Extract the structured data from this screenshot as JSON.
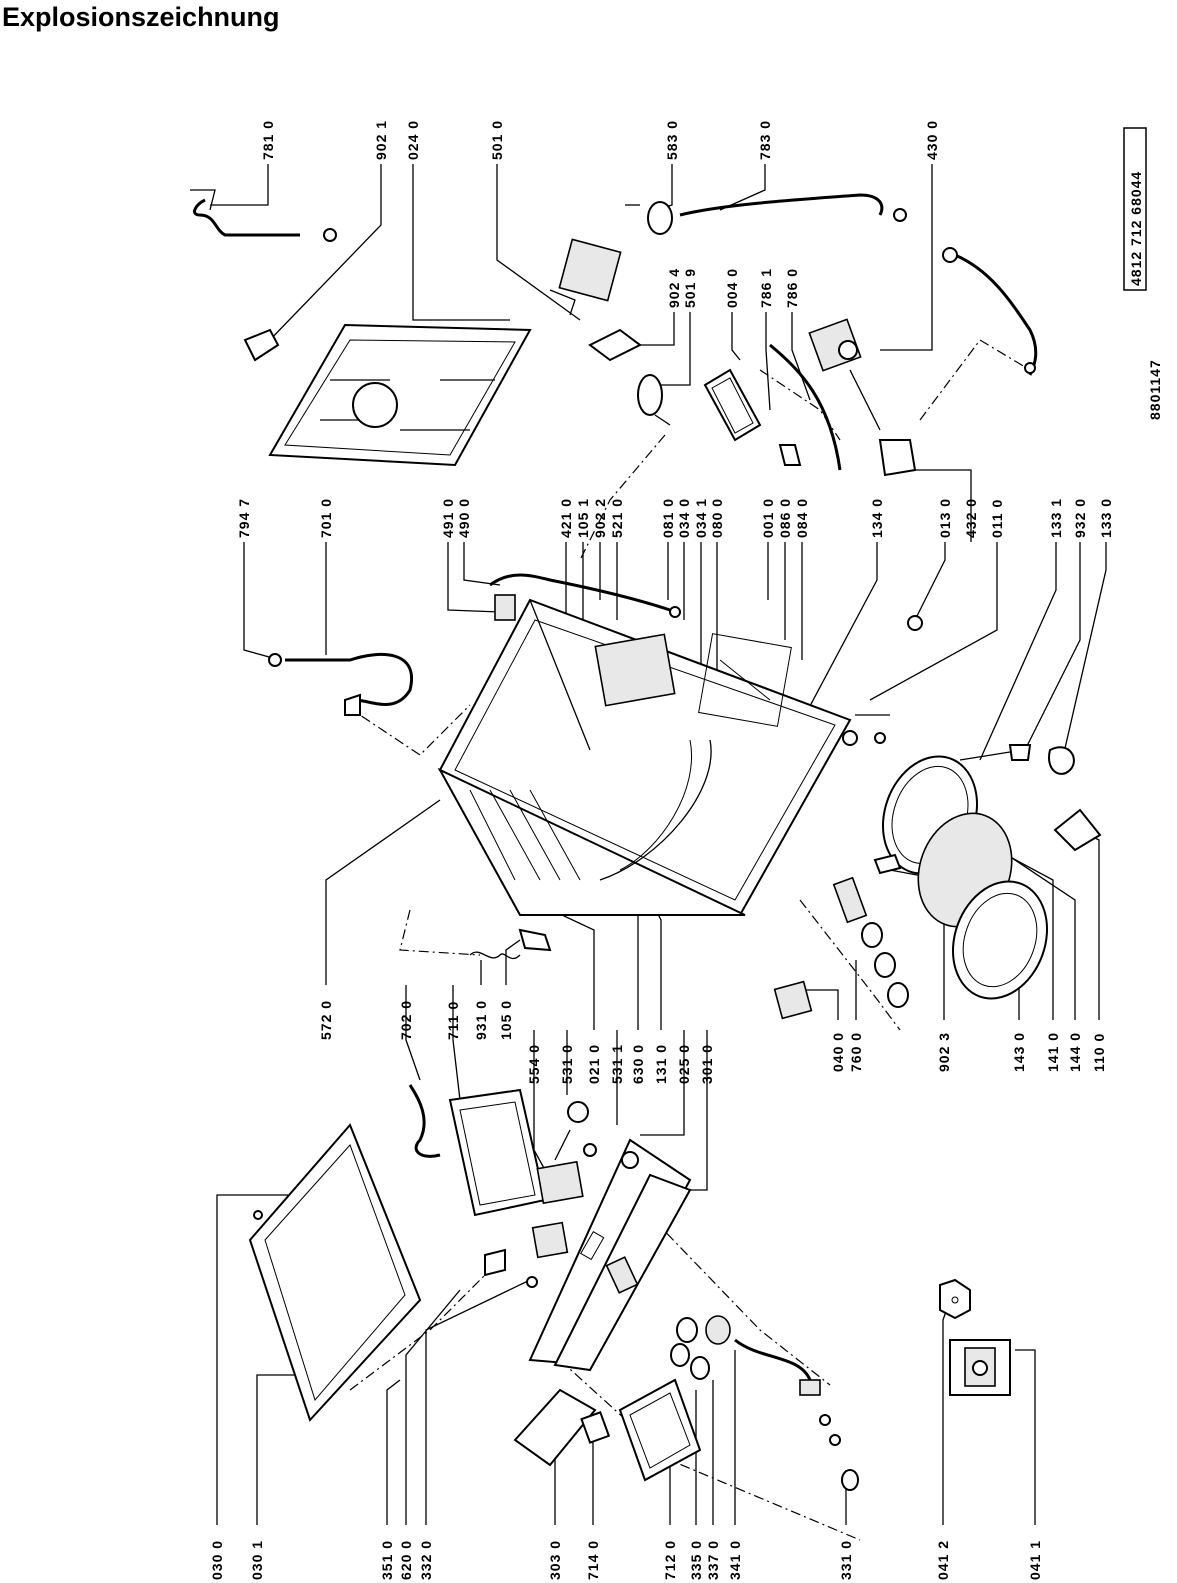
{
  "title": "Explosionszeichnung",
  "drawing_number": "8801147",
  "part_number_box": "4812 712 68044",
  "callouts": {
    "c7810": "781 0",
    "c9021": "902 1",
    "c0240": "024 0",
    "c5010": "501 0",
    "c5830": "583 0",
    "c7830": "783 0",
    "c4300": "430 0",
    "c9024": "902 4",
    "c5019": "501 9",
    "c0040": "004 0",
    "c7861": "786 1",
    "c7860": "786 0",
    "c7947": "794 7",
    "c7010": "701 0",
    "c4910": "491 0",
    "c4900": "490 0",
    "c4210": "421 0",
    "c1051": "105 1",
    "c9022": "902 2",
    "c5210": "521 0",
    "c0810": "081 0",
    "c0340": "034 0",
    "c0341": "034 1",
    "c0800": "080 0",
    "c0010": "001 0",
    "c0860": "086 0",
    "c0840": "084 0",
    "c1340": "134 0",
    "c0130": "013 0",
    "c4320": "432 0",
    "c0110": "011 0",
    "c1331": "133 1",
    "c9320": "932 0",
    "c1330": "133 0",
    "c5720": "572 0",
    "c7020": "702 0",
    "c7110": "711 0",
    "c9310": "931 0",
    "c1050": "105 0",
    "c5540": "554 0",
    "c5310": "531 0",
    "c0210": "021 0",
    "c5311": "531 1",
    "c6300": "630 0",
    "c1310": "131 0",
    "c0250": "025 0",
    "c3010": "301 0",
    "c0400": "040 0",
    "c7600": "760 0",
    "c9023": "902 3",
    "c1430": "143 0",
    "c1410": "141 0",
    "c1440": "144 0",
    "c1100": "110 0",
    "c0300": "030 0",
    "c0301": "030 1",
    "c3510": "351 0",
    "c6200": "620 0",
    "c3320": "332 0",
    "c3030": "303 0",
    "c7140": "714 0",
    "c7120": "712 0",
    "c3350": "335 0",
    "c3370": "337 0",
    "c3410": "341 0",
    "c3310": "331 0",
    "c0412": "041 2",
    "c0411": "041 1"
  }
}
